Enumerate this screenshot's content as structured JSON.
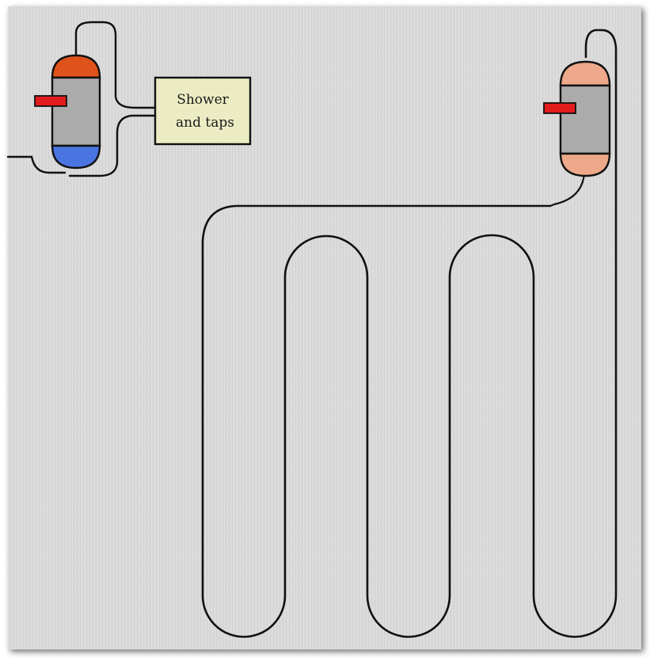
{
  "diagram": {
    "label": {
      "line1": "Shower",
      "line2": "and taps"
    },
    "elements": {
      "primary_tank": "water-heater-tank",
      "secondary_tank": "solar-preheat-tank",
      "fixture_box": "shower-and-taps-box",
      "loop": "serpentine-pipe-loop"
    }
  },
  "colors": {
    "background": "#dcdcdc",
    "frame_shadow": "#7a7a7a",
    "pipe": "#111111",
    "tank_body": "#ababab",
    "hot_cap": "#e0521b",
    "cold_cap": "#4a74df",
    "warm_cap": "#eda98a",
    "heating_element": "#e21c1c",
    "label_fill": "#ececc4"
  }
}
